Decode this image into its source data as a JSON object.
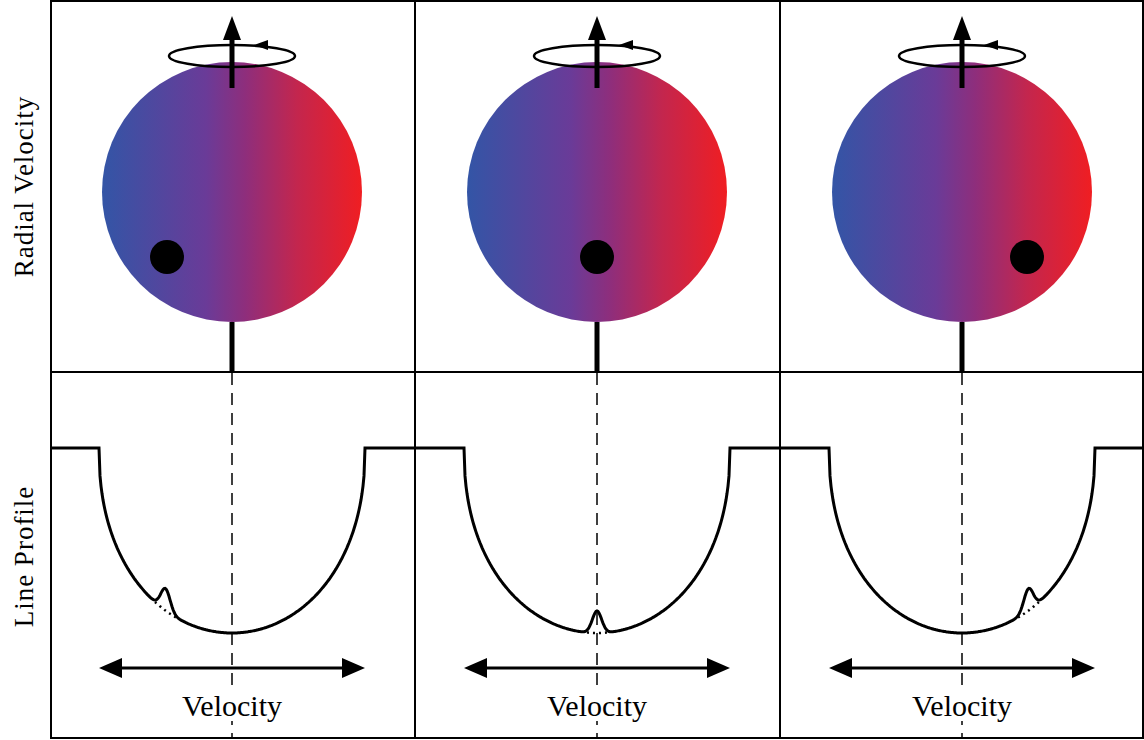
{
  "diagram": {
    "labels": [
      "Radial Velocity",
      "Line Profile",
      "Velocity",
      "Velocity",
      "Velocity"
    ]
  }
}
